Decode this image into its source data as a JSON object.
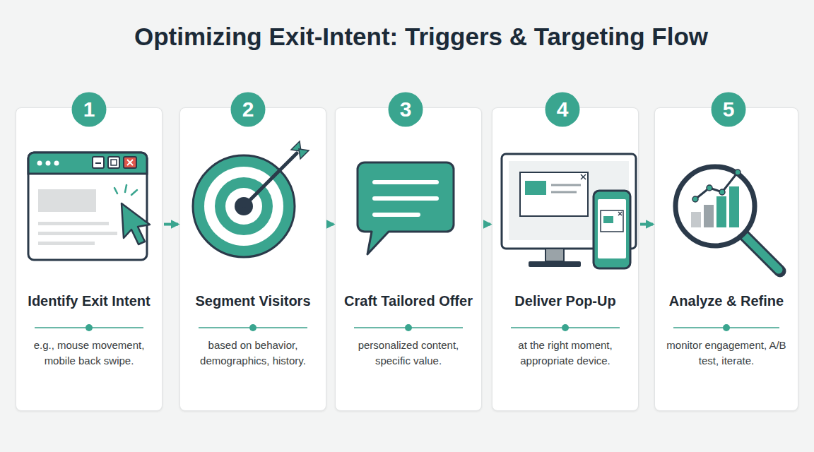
{
  "diagram": {
    "title": "Optimizing Exit-Intent: Triggers & Targeting Flow",
    "nodes": [
      {
        "text": [
          "Identify Exit Intent",
          "e.g., mouse movement, mobile back swipe."
        ]
      },
      {
        "text": [
          "1"
        ],
        "in": 0
      },
      {
        "text": [
          "Segment Visitors",
          "based on behavior, demographics, history."
        ]
      },
      {
        "text": [
          "2"
        ],
        "in": 2
      },
      {
        "text": [
          "Craft Tailored Offer",
          "personalized content, specific value."
        ]
      },
      {
        "text": [
          "3"
        ],
        "in": 4
      },
      {
        "text": [
          "Deliver Pop-Up",
          "at the right moment, appropriate device."
        ]
      },
      {
        "text": [
          "4"
        ],
        "in": 6
      },
      {
        "text": [
          "Analyze & Refine",
          "monitor engagement, A/B test, iterate."
        ]
      },
      {
        "text": [
          "5"
        ],
        "in": 8
      }
    ],
    "edges": [
      {
        "from": 0,
        "to": 2,
        "arrow": "to"
      },
      {
        "from": 2,
        "to": 4,
        "arrow": "to"
      },
      {
        "from": 4,
        "to": 6,
        "arrow": "to"
      },
      {
        "from": 6,
        "to": 8,
        "arrow": "to"
      }
    ]
  }
}
